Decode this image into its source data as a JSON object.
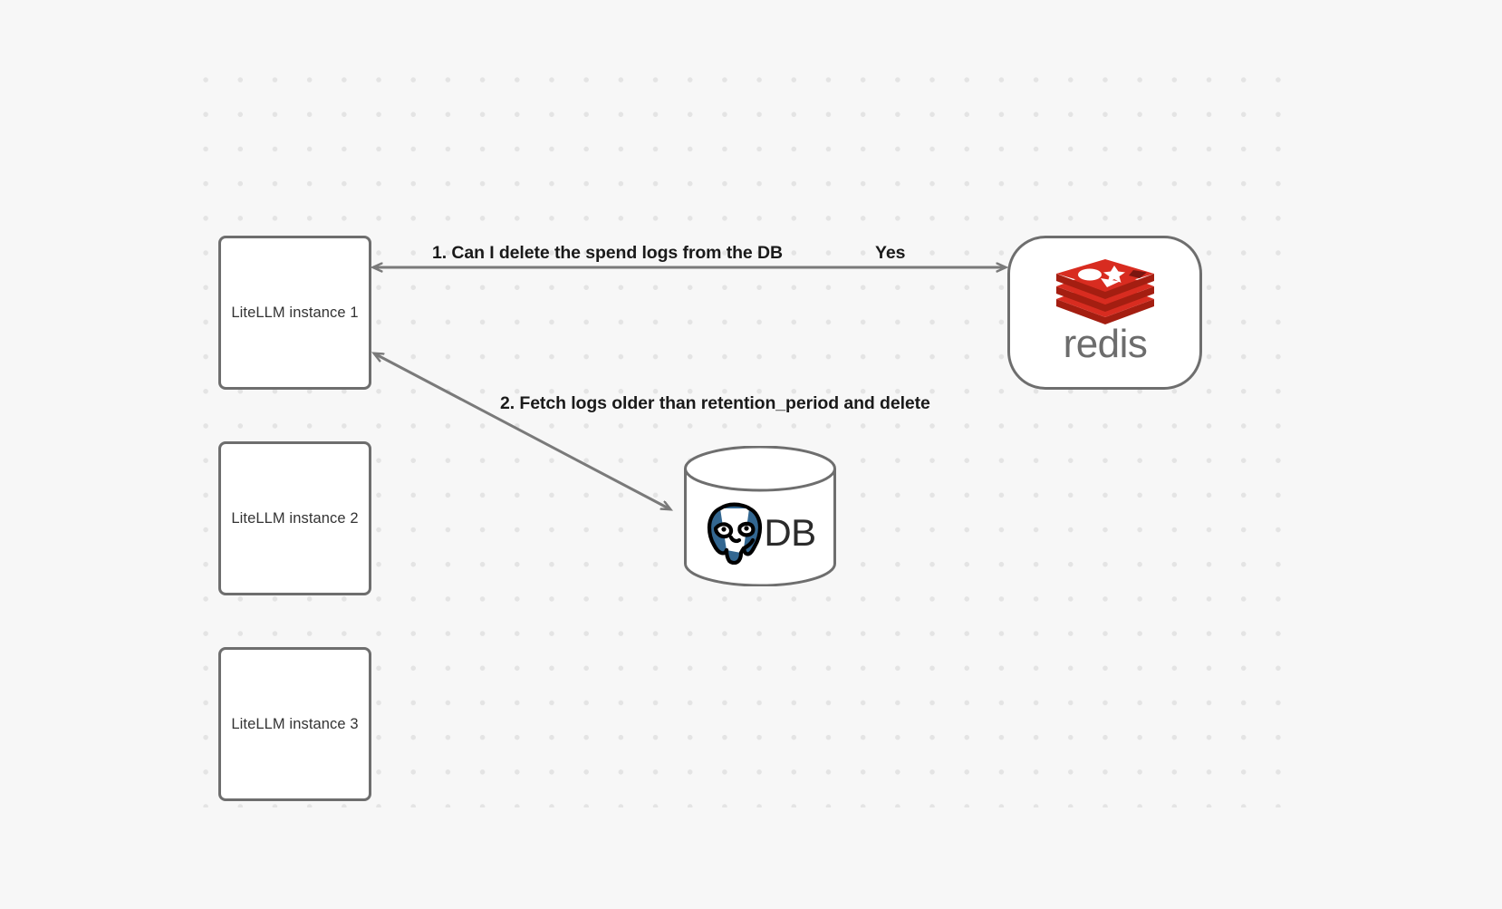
{
  "canvas": {
    "background_color": "#f7f7f7",
    "dot_color": "#e4e4e4",
    "node_border_color": "#6e6e6e",
    "edge_color": "#7a7a7a",
    "redis_red": "#d82c20",
    "redis_red_dark": "#a41e11",
    "redis_gray": "#6c6c6c",
    "postgres_blue": "#336791"
  },
  "nodes": {
    "instance_1": {
      "label": "LiteLLM instance 1"
    },
    "instance_2": {
      "label": "LiteLLM instance 2"
    },
    "instance_3": {
      "label": "LiteLLM instance 3"
    },
    "redis": {
      "label": "redis",
      "icon": "redis-logo-icon"
    },
    "database": {
      "label": "DB",
      "icon": "postgresql-elephant-icon"
    }
  },
  "edges": {
    "step_1": {
      "label": "1.  Can I delete the spend logs from the DB",
      "answer": "Yes",
      "from": "instance_1",
      "to": "redis",
      "arrow": "double"
    },
    "step_2": {
      "label": "2.  Fetch logs older than retention_period and delete",
      "from": "instance_1",
      "to": "database",
      "arrow": "double"
    }
  }
}
